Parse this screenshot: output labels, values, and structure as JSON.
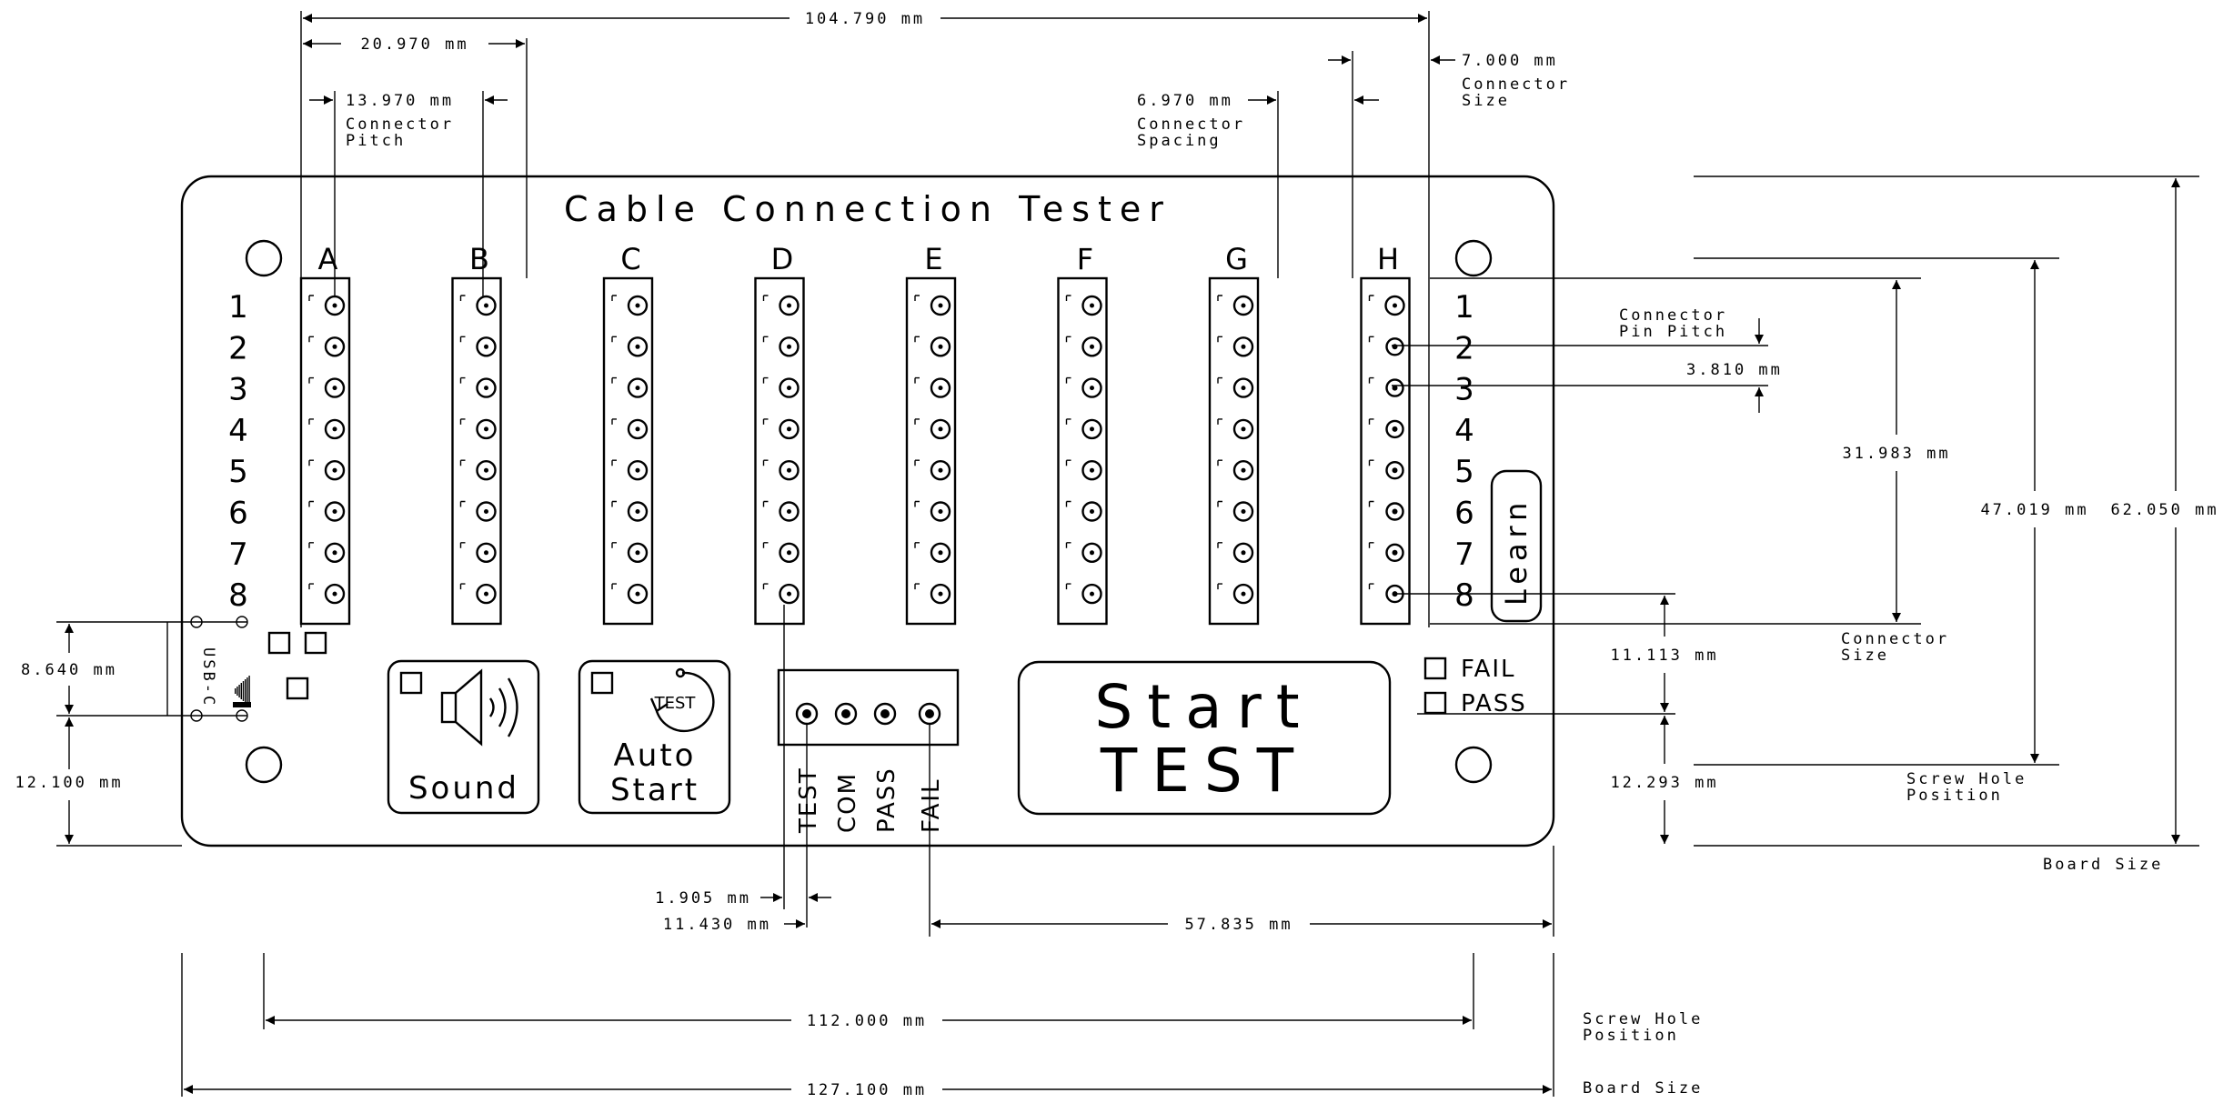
{
  "board": {
    "title": "Cable Connection Tester",
    "connectors": [
      "A",
      "B",
      "C",
      "D",
      "E",
      "F",
      "G",
      "H"
    ],
    "pins": [
      "1",
      "2",
      "3",
      "4",
      "5",
      "6",
      "7",
      "8"
    ],
    "usb_label": "USB-C",
    "sound_label": "Sound",
    "auto_label_1": "Auto",
    "auto_label_2": "Start",
    "auto_icon_text": "TEST",
    "learn_label": "Learn",
    "start_label_1": "Start",
    "start_label_2": "TEST",
    "fail_label": "FAIL",
    "pass_label": "PASS",
    "output_pins": [
      "TEST",
      "COM",
      "PASS",
      "FAIL"
    ]
  },
  "dimensions": {
    "overall_connectors": "104.790 mm",
    "two_connectors": "20.970 mm",
    "connector_pitch_value": "13.970 mm",
    "connector_pitch_label_1": "Connector",
    "connector_pitch_label_2": "Pitch",
    "connector_spacing_value": "6.970 mm",
    "connector_spacing_label_1": "Connector",
    "connector_spacing_label_2": "Spacing",
    "connector_size_value": "7.000 mm",
    "connector_size_label_1": "Connector",
    "connector_size_label_2": "Size",
    "pin_pitch_label_1": "Connector",
    "pin_pitch_label_2": "Pin Pitch",
    "pin_pitch_value": "3.810 mm",
    "connector_height": "31.983 mm",
    "connector_height_label_1": "Connector",
    "connector_height_label_2": "Size",
    "screw_vertical": "47.019 mm",
    "board_height": "62.050 mm",
    "screw_label_1": "Screw Hole",
    "screw_label_2": "Position",
    "board_size_label": "Board Size",
    "conn_to_button": "11.113 mm",
    "button_to_bottom": "12.293 mm",
    "usb_width": "8.640 mm",
    "usb_offset": "12.100 mm",
    "output_pitch": "1.905 mm",
    "output_offset": "11.430 mm",
    "fail_to_edge": "57.835 mm",
    "screw_horizontal": "112.000 mm",
    "board_width": "127.100 mm",
    "screw_horizontal_label_1": "Screw Hole",
    "screw_horizontal_label_2": "Position",
    "board_width_label": "Board Size"
  }
}
